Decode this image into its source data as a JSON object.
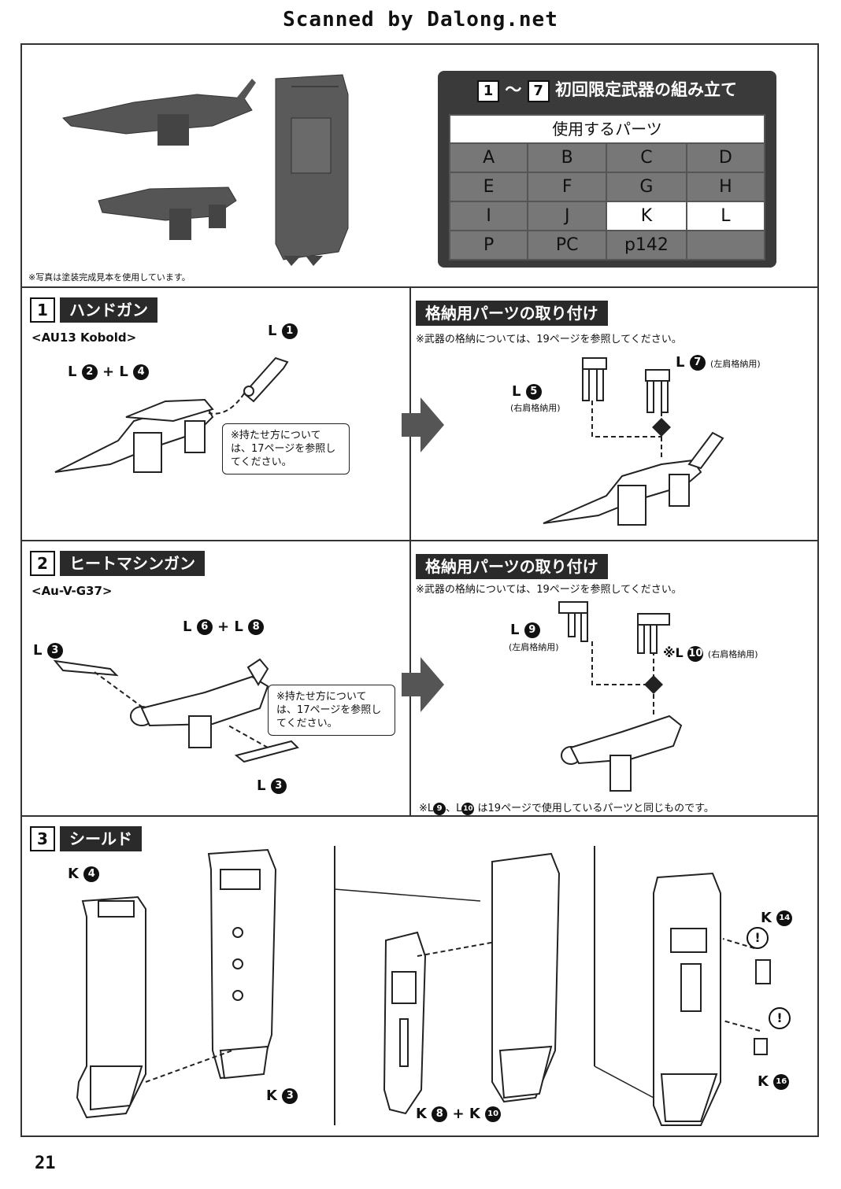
{
  "header": {
    "scanned": "Scanned by Dalong.net"
  },
  "intro": {
    "photo_note": "※写真は塗装完成見本を使用しています。"
  },
  "parts_panel": {
    "step_from": "1",
    "tilde": "〜",
    "step_to": "7",
    "title": "初回限定武器の組み立て",
    "caption": "使用するパーツ",
    "rows": [
      [
        "A",
        "B",
        "C",
        "D"
      ],
      [
        "E",
        "F",
        "G",
        "H"
      ],
      [
        "I",
        "J",
        "K",
        "L"
      ],
      [
        "P",
        "PC",
        "p142",
        ""
      ]
    ]
  },
  "step1": {
    "num": "1",
    "title": "ハンドガン",
    "subtitle": "<AU13 Kobold>",
    "callout_l1": "L",
    "callout_l1_num": "1",
    "callout_l24_a": "L",
    "callout_l24_a_num": "2",
    "plus": "+",
    "callout_l24_b": "L",
    "callout_l24_b_num": "4",
    "bubble": "※持たせ方については、17ページを参照してください。",
    "right_title": "格納用パーツの取り付け",
    "right_note": "※武器の格納については、19ページを参照してください。",
    "r_l5": "L",
    "r_l5_num": "5",
    "r_l5_label": "(右肩格納用)",
    "r_l7": "L",
    "r_l7_num": "7",
    "r_l7_label": "(左肩格納用)"
  },
  "step2": {
    "num": "2",
    "title": "ヒートマシンガン",
    "subtitle": "<Au-V-G37>",
    "callout_l68_a": "L",
    "callout_l68_a_num": "6",
    "plus": "+",
    "callout_l68_b": "L",
    "callout_l68_b_num": "8",
    "callout_l3_top": "L",
    "callout_l3_top_num": "3",
    "callout_l3_bottom": "L",
    "callout_l3_bottom_num": "3",
    "bubble": "※持たせ方については、17ページを参照してください。",
    "right_title": "格納用パーツの取り付け",
    "right_note": "※武器の格納については、19ページを参照してください。",
    "r_l9": "L",
    "r_l9_num": "9",
    "r_l9_label": "(左肩格納用)",
    "r_l10_mark": "※L",
    "r_l10_num": "10",
    "r_l10_label": "(右肩格納用)",
    "footnote_a": "※L",
    "footnote_num9": "9",
    "footnote_b": "、L",
    "footnote_num10": "10",
    "footnote_c": "は19ページで使用しているパーツと同じものです。"
  },
  "step3": {
    "num": "3",
    "title": "シールド",
    "k4": "K",
    "k4_num": "4",
    "k3": "K",
    "k3_num": "3",
    "k8": "K",
    "k8_num": "8",
    "plus": "+",
    "k10": "K",
    "k10_num": "10",
    "k14": "K",
    "k14_num": "14",
    "k16": "K",
    "k16_num": "16",
    "warn": "!"
  },
  "footer": {
    "page": "21"
  }
}
